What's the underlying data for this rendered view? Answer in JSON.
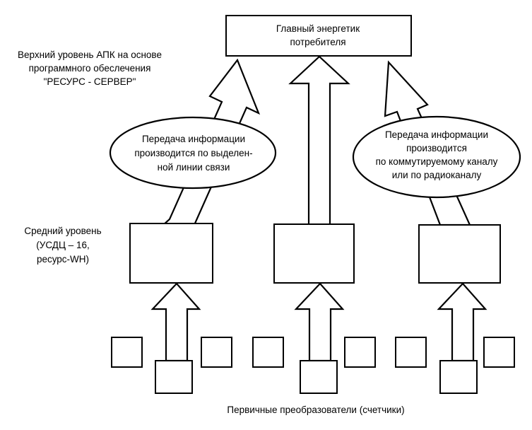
{
  "top_box": {
    "lines": [
      "Главный энергетик",
      "потребителя"
    ]
  },
  "top_level_label": {
    "lines": [
      "Верхний уровень АПК на основе",
      "программного обеслечения",
      "\"РЕСУРС - СЕРВЕР\""
    ]
  },
  "ellipse_left": {
    "lines": [
      "Передача информации",
      "производится по выделен-",
      "ной линии связи"
    ]
  },
  "ellipse_right": {
    "lines": [
      "Передача информации",
      "производится",
      "по коммутируемому каналу",
      "или по радиоканалу"
    ]
  },
  "middle_level_label": {
    "lines": [
      "Средний уровень",
      "(УСДЦ – 16,",
      "ресурс-WH)"
    ]
  },
  "bottom_label": "Первичные преобразователи (счетчики)"
}
